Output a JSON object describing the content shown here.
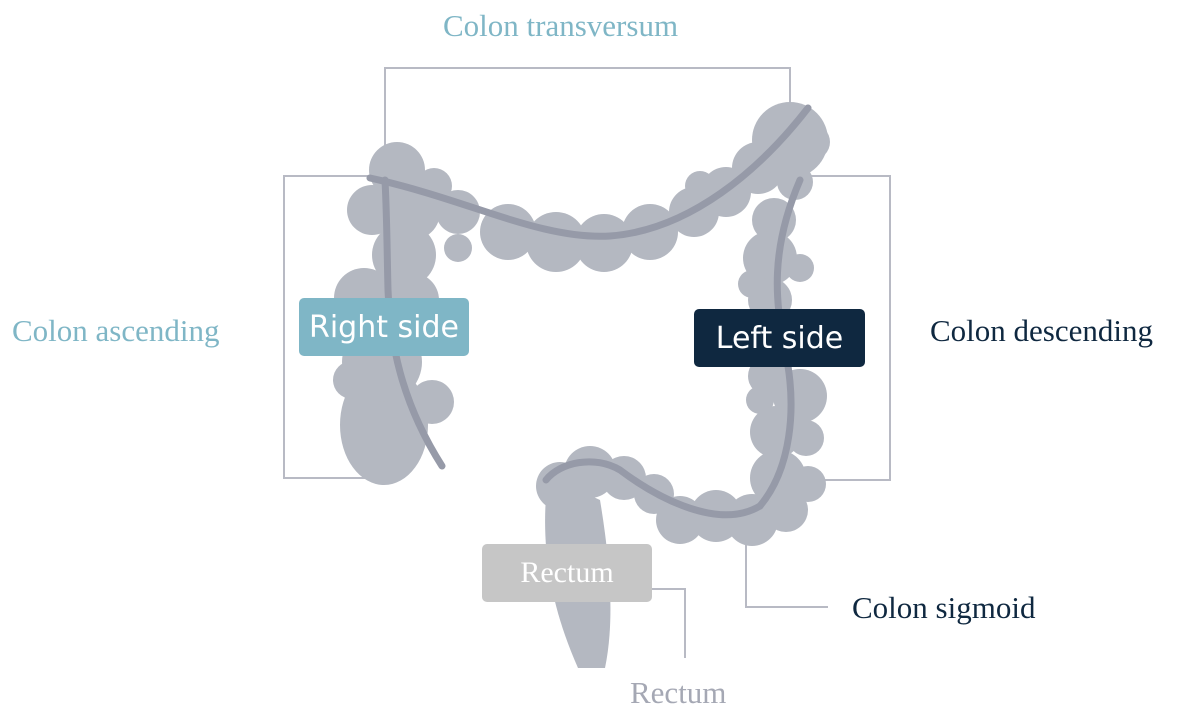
{
  "labels": {
    "transverse": "Colon transversum",
    "ascending": "Colon ascending",
    "descending": "Colon descending",
    "sigmoid": "Colon sigmoid",
    "rectum": "Rectum"
  },
  "badges": {
    "right": "Right side",
    "left": "Left side",
    "rectum": "Rectum"
  },
  "colors": {
    "light_blue": "#7fb6c6",
    "navy": "#0f2840",
    "grey_text": "#a5a8b4",
    "colon_fill": "#b4b8c1",
    "colon_line": "#969aa8",
    "bracket": "#b8bac4",
    "rectum_badge": "#c6c6c6"
  }
}
